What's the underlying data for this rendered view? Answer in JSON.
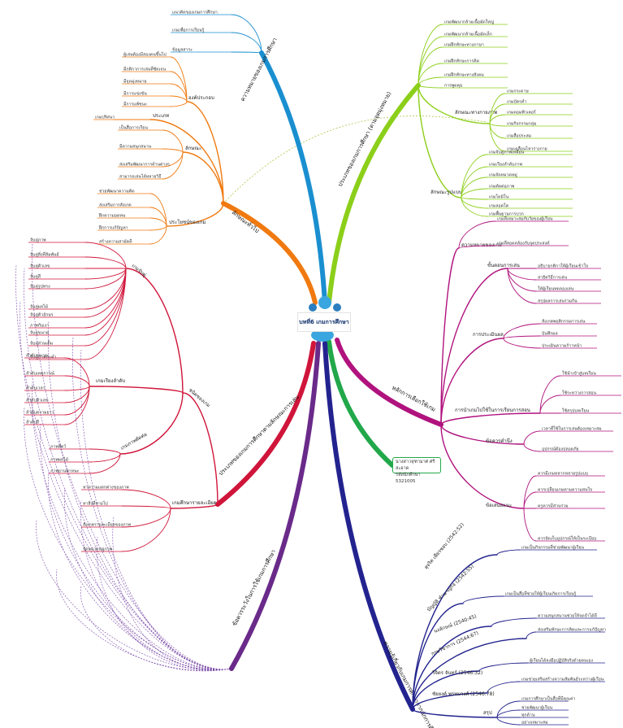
{
  "center": {
    "label": "บทที่6 เกมการศึกษา"
  },
  "info_box": {
    "line1": "นางสาวจุฑามาศ ศรีสะอาด",
    "line2": "รหัสนักศึกษา 5321005"
  },
  "branches": [
    {
      "label": "ความหมายของเกมการศึกษา",
      "color": "#1a8fd0",
      "groups": [
        {
          "label": "",
          "items": [
            "แนวคิดของเกมการศึกษา",
            "เกมเพื่อการเรียนรู้",
            "ข้อมูลสาระ"
          ]
        }
      ]
    },
    {
      "label": "ประเภทของเกมการศึกษา (ตามจุดมุ่งหมาย)",
      "color": "#8ccf1a",
      "groups": [
        {
          "label": "",
          "items": [
            "เกมพัฒนากล้ามเนื้อมัดใหญ่",
            "เกมพัฒนากล้ามเนื้อมัดเล็ก",
            "เกมฝึกทักษะทางภาษา",
            "เกมฝึกทักษะการคิด",
            "เกมฝึกทักษะทางสังคม",
            "การพูดคุย"
          ]
        },
        {
          "label": "ลักษณะทางกายภาพ",
          "items": [
            "เกมกระดาษ",
            "เกมบัตรคำ",
            "เกมคอมพิวเตอร์",
            "เกมกิจกรรมกลุ่ม",
            "เกมสื่อประสม",
            "เกมเคลื่อนไหวร่างกาย"
          ]
        },
        {
          "label": "ลักษณะรูปแบบ",
          "items": [
            "เกมจับคู่ภาพเหมือน",
            "เกมเรียงลำดับภาพ",
            "เกมจัดหมวดหมู่",
            "เกมตัดต่อภาพ",
            "เกมโดมิโน",
            "เกมลอตโต",
            "เกมพื้นฐานการบวก"
          ]
        }
      ]
    },
    {
      "label": "ลักษณะทั่วไป",
      "color": "#f07a10",
      "groups": [
        {
          "label": "องค์ประกอบ",
          "items": [
            "ผู้เล่นต้องมีสองคนขึ้นไป",
            "มีกติกาการเล่นที่ชัดเจน",
            "มีจุดมุ่งหมาย",
            "มีการแข่งขัน",
            "มีการแพ้ชนะ"
          ]
        },
        {
          "label": "ประเภท",
          "items": [
            "เกมปริศนา"
          ]
        },
        {
          "label": "ลักษณะ",
          "items": [
            "เป็นสื่อการเรียน",
            "มีความสนุกสนาน",
            "ส่งเสริมพัฒนาการด้านต่างๆ",
            "สามารถเล่นได้หลายวิธี"
          ]
        },
        {
          "label": "ประโยชน์ของเกม",
          "items": [
            "ช่วยพัฒนาความคิด",
            "ส่งเสริมการสังเกต",
            "ฝึกความอดทน",
            "ฝึกการแก้ปัญหา",
            "สร้างความสามัคคี"
          ]
        }
      ]
    },
    {
      "label": "หลักการเลือกใช้เกม",
      "color": "#b0127e",
      "groups": [
        {
          "label": "ความหมายของเกม",
          "items": [
            "เกมที่เหมาะสมกับวัยของผู้เรียน",
            "เกมที่สอดคล้องกับจุดประสงค์"
          ]
        },
        {
          "label": "ขั้นตอนการเล่น",
          "items": [
            "อธิบายกติกาให้ผู้เรียนเข้าใจ",
            "สาธิตวิธีการเล่น",
            "ให้ผู้เรียนทดลองเล่น",
            "สรุปผลการเล่นร่วมกัน"
          ]
        },
        {
          "label": "การประเมินผล",
          "items": [
            "สังเกตพฤติกรรมการเล่น",
            "บันทึกผล",
            "ประเมินความก้าวหน้า"
          ]
        },
        {
          "label": "การนำเกมไปใช้ในการเรียนการสอน",
          "items": [
            "ใช้นำเข้าสู่บทเรียน",
            "ใช้ระหว่างการสอน",
            "ใช้สรุปบทเรียน"
          ]
        },
        {
          "label": "ข้อควรคำนึง",
          "items": [
            "เวลาที่ใช้ในการเล่นต้องเหมาะสม",
            "อุปกรณ์ต้องปลอดภัย"
          ]
        },
        {
          "label": "ข้อเสนอแนะ",
          "items": [
            "ควรมีเกมหลากหลายรูปแบบ",
            "ควรเปลี่ยนเกมตามความสนใจ",
            "ครูควรมีส่วนร่วม",
            "ควรจัดเก็บอุปกรณ์ให้เป็นระเบียบ"
          ]
        }
      ]
    },
    {
      "label": "ความรู้เกี่ยวกับเกมการศึกษาจากนักการศึกษา",
      "color": "#23238f",
      "groups": [
        {
          "label": "สุจริต เพียรชอบ (2542:52)",
          "items": [
            "เกมเป็นกิจกรรมที่ช่วยพัฒนาผู้เรียน"
          ]
        },
        {
          "label": "บัญญัติ ชำนาญกิจ (2542:55)",
          "items": [
            "เกมเป็นสื่อที่ช่วยให้ผู้เรียนเกิดการเรียนรู้"
          ]
        },
        {
          "label": "นงลักษณ์ (2540:45)",
          "items": [
            "ความสนุกสนานช่วยให้จดจำได้ดี"
          ]
        },
        {
          "label": "กรมวิชาการ (2544:67)",
          "items": [
            "ส่งเสริมทักษะการคิดและการแก้ปัญหา"
          ]
        },
        {
          "label": "วิจิตร จันทร์ (2546:32)",
          "items": [
            "ผู้เรียนได้ลงมือปฏิบัติจริงด้วยตนเอง"
          ]
        },
        {
          "label": "ชัยยงค์ พรหมวงศ์ (2546:78)",
          "items": [
            "เกมช่วยเสริมสร้างความสัมพันธ์ระหว่างผู้เรียน"
          ]
        },
        {
          "label": "สรุป",
          "items": [
            "เกมการศึกษาเป็นสื่อที่มีคุณค่า",
            "ช่วยพัฒนาผู้เรียน",
            "ทุกด้าน",
            "อย่างเหมาะสม"
          ]
        }
      ]
    },
    {
      "label": "ข้อควรระวังในการใช้เกมการศึกษา",
      "color": "#6a2a8a",
      "groups": []
    },
    {
      "label": "ประเภทของเกมการศึกษาตามลักษณะการเล่น",
      "color": "#d0153a",
      "groups": [
        {
          "label": "ชนิดของเกม",
          "items": []
        },
        {
          "label": "เกมจับคู่",
          "items": [
            "จับคู่ภาพ",
            "จับคู่สิ่งที่สัมพันธ์",
            "จับคู่ตัวเลข",
            "จับคู่สี",
            "จับคู่รูปทรง",
            "จับคู่ผลไม้",
            "จับคู่ตัวอักษร",
            "ภาพกับเงา",
            "จับคู่ขนาด",
            "จับคู่ส่วนเต็ม",
            "จับคู่ภาพกับคำ"
          ]
        },
        {
          "label": "เกมเรียงลำดับ",
          "items": [
            "ลำดับขนาด",
            "ลำดับเหตุการณ์",
            "ลำดับเวลา",
            "ลำดับตัวเลข",
            "ลำดับความยาว",
            "ลำดับสี"
          ]
        },
        {
          "label": "เกมภาพตัดต่อ",
          "items": [
            "ภาพสัตว์",
            "ภาพผลไม้",
            "ภาพยานพาหนะ"
          ]
        },
        {
          "label": "เกมศึกษารายละเอียด",
          "items": [
            "หาความแตกต่างของภาพ",
            "หาสิ่งที่หายไป",
            "สังเกตรายละเอียดของภาพ",
            "จัดหมวดหมู่ภาพ"
          ]
        }
      ]
    }
  ]
}
